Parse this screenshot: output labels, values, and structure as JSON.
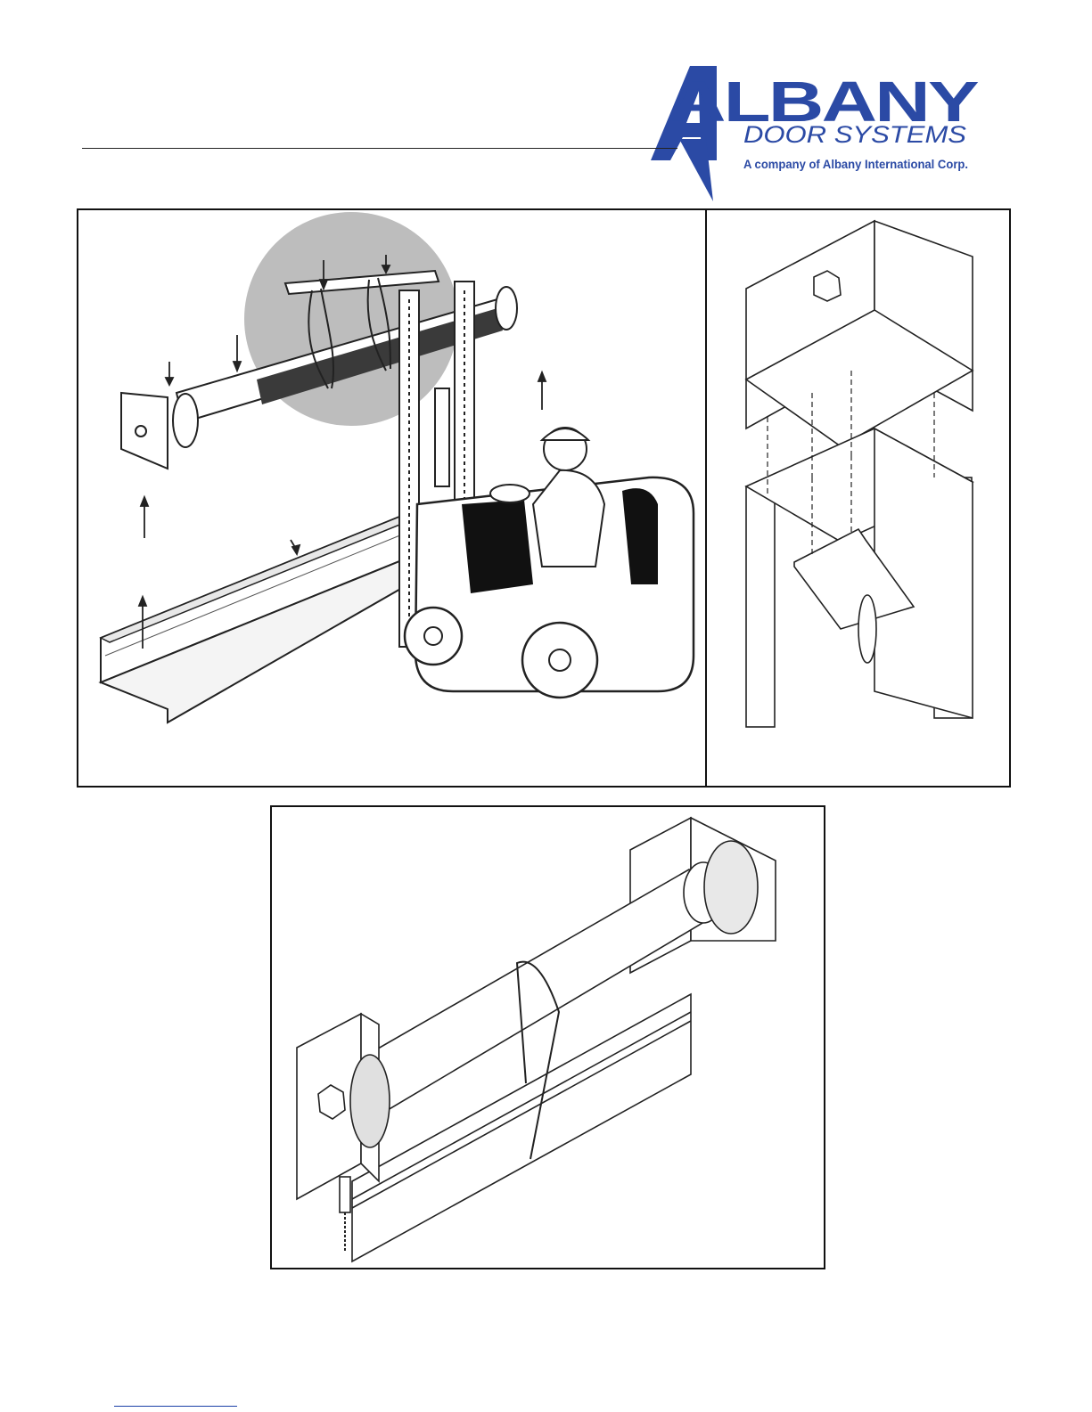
{
  "logo": {
    "brand_word": "ALBANY",
    "tagline": "DOOR SYSTEMS",
    "company_line": "A company of Albany International Corp.",
    "brand_color": "#2b4aa5"
  },
  "figures": [
    {
      "name": "forklift-lifting-roller-assembly",
      "icon": "forklift-icon"
    },
    {
      "name": "exploded-bracket-assembly",
      "icon": "bracket-icon"
    },
    {
      "name": "roller-drum-assembly-isometric",
      "icon": "roller-icon"
    }
  ]
}
